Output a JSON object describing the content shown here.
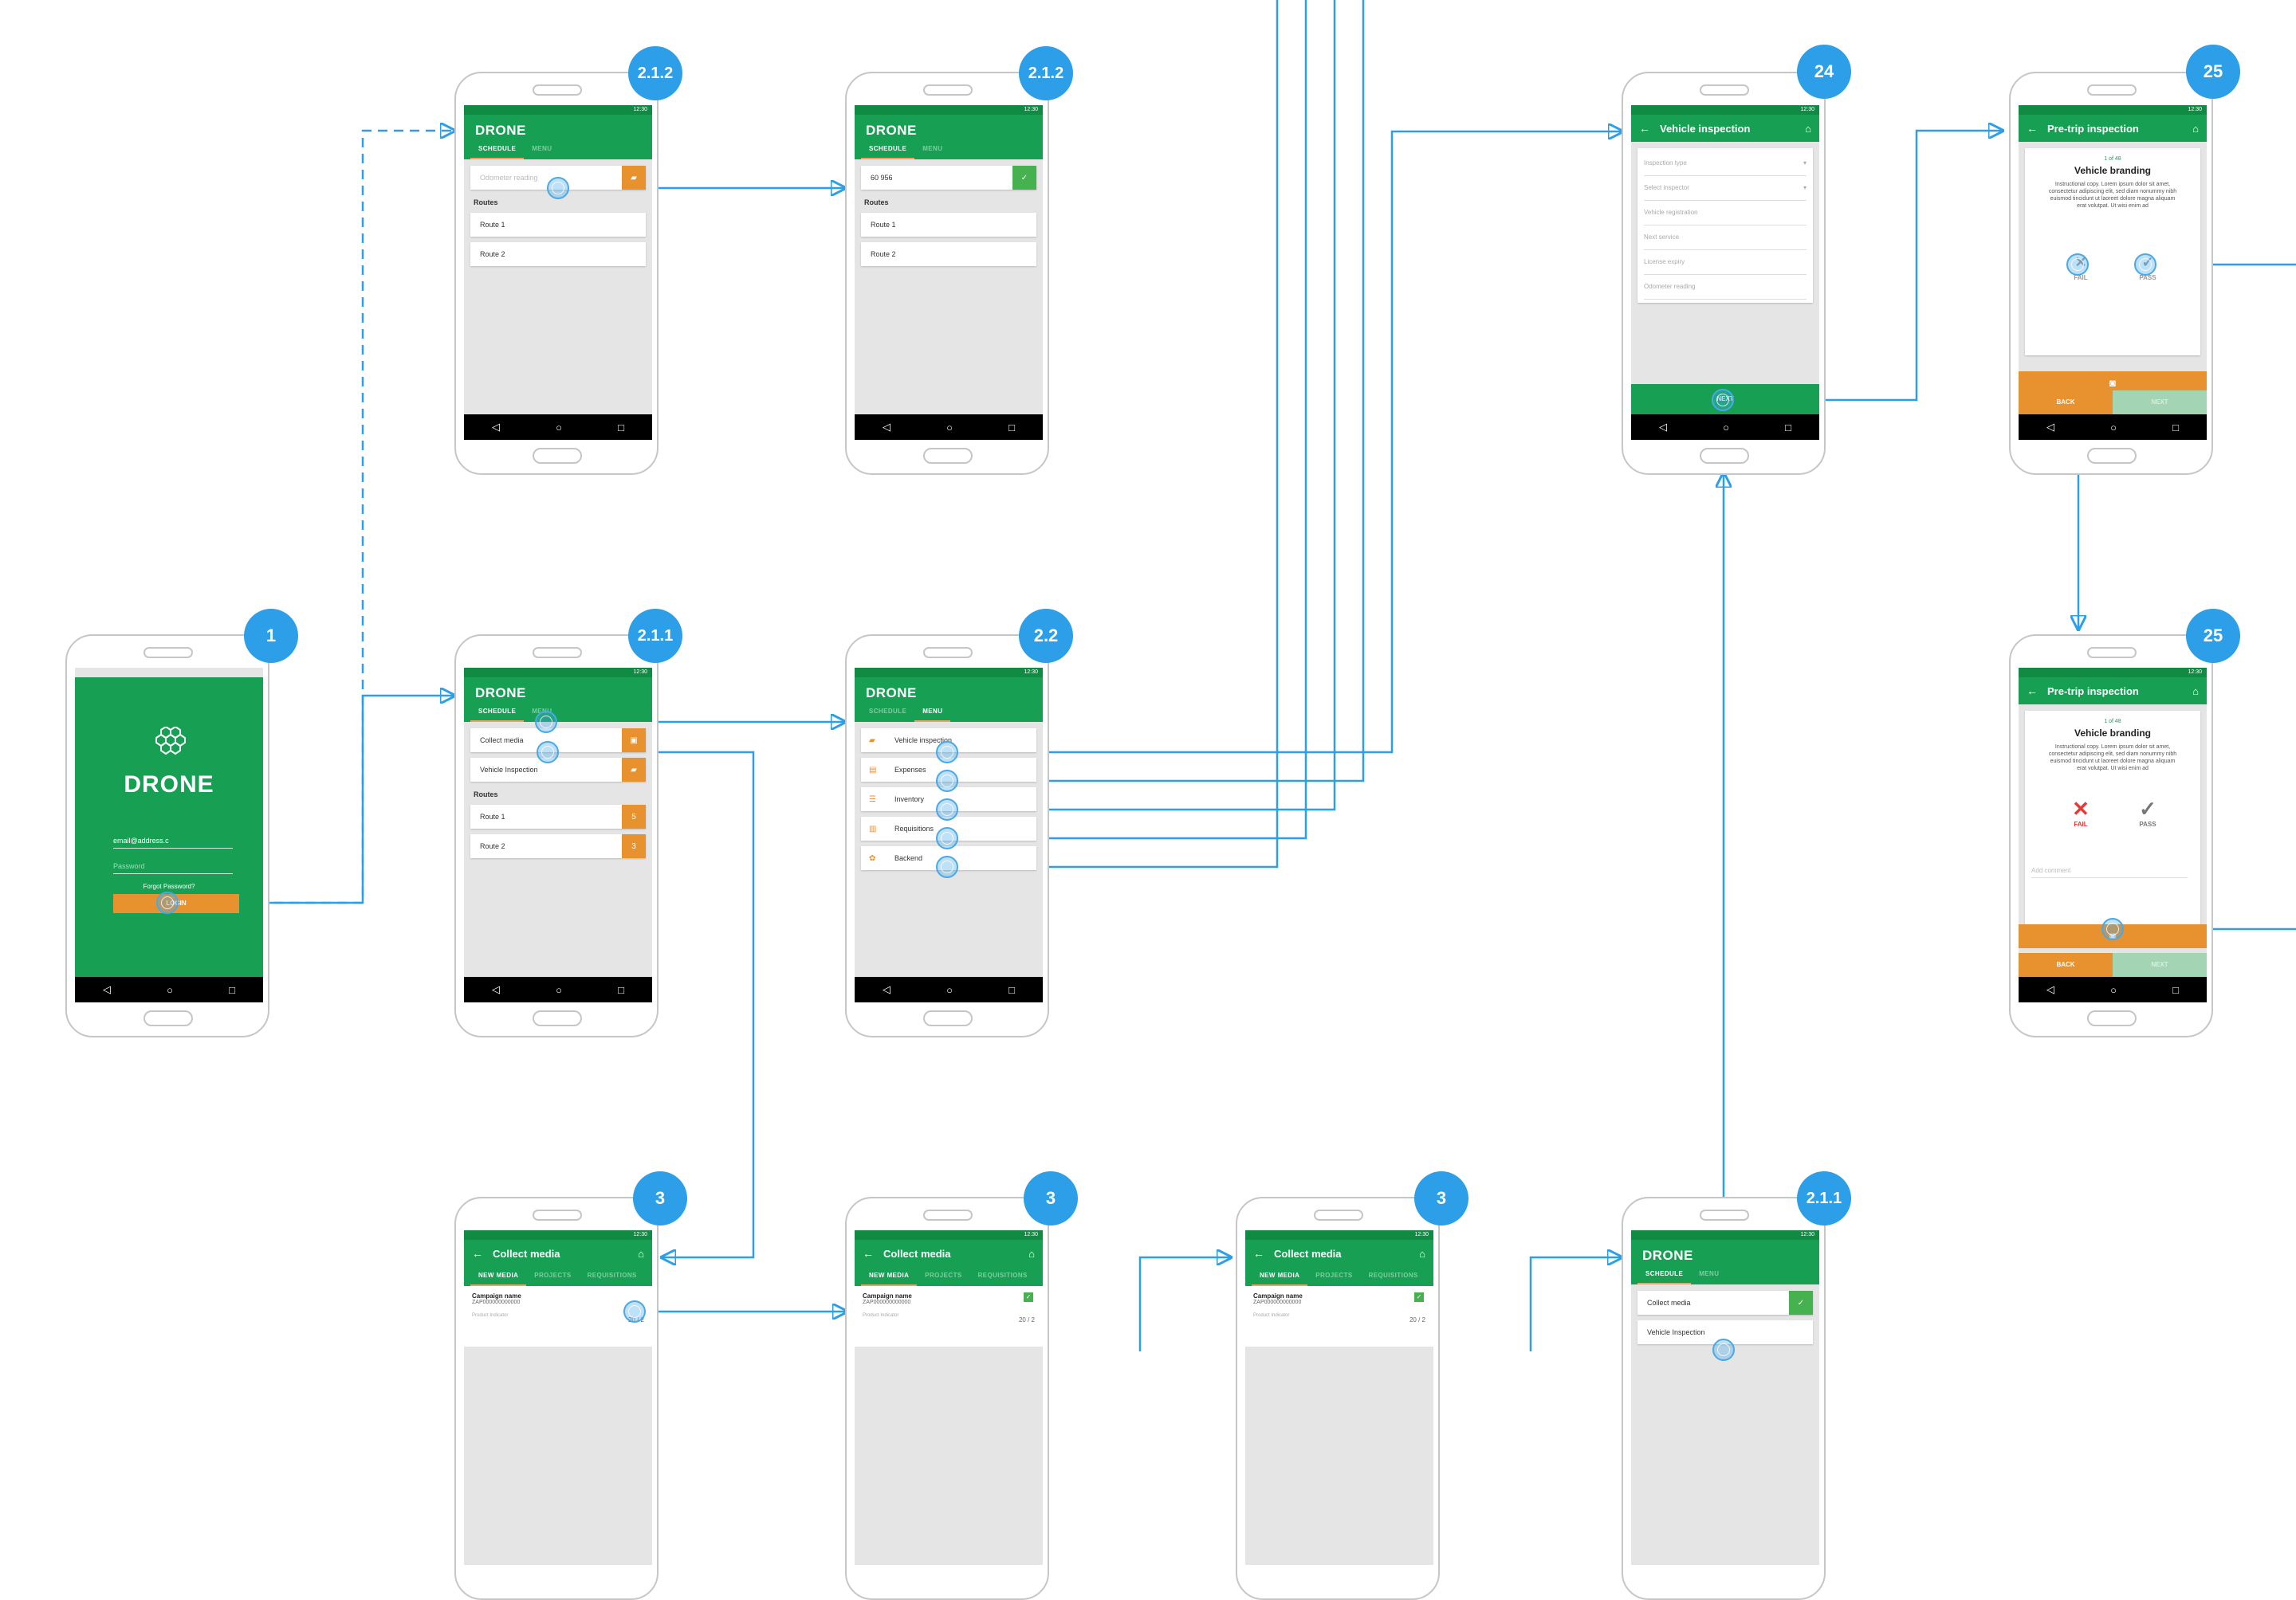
{
  "brand": "DRONE",
  "status_time": "12:30",
  "colors": {
    "green": "#17a054",
    "dark_green": "#118a44",
    "orange": "#e8912f",
    "flow_blue": "#2d9ee8"
  },
  "nav_icons": [
    "back-triangle-icon",
    "home-circle-icon",
    "recents-square-icon"
  ],
  "labels": {
    "schedule": "SCHEDULE",
    "menu": "MENU",
    "new_media": "NEW MEDIA",
    "projects": "PROJECTS",
    "requisitions": "REQUISITIONS",
    "routes": "Routes",
    "route1": "Route 1",
    "route2": "Route 2",
    "collect_media": "Collect media",
    "vehicle_inspection_row": "Vehicle Inspection",
    "back": "BACK",
    "next": "NEXT",
    "fail": "FAIL",
    "pass": "PASS"
  },
  "screens": {
    "s1": {
      "badge": "1",
      "email": "email@address.c",
      "password": "Password",
      "forgot": "Forgot Password?",
      "login": "LOGIN"
    },
    "s212a": {
      "badge": "2.1.2",
      "odometer_placeholder": "Odometer reading"
    },
    "s212b": {
      "badge": "2.1.2",
      "odometer_value": "60 956"
    },
    "s211": {
      "badge": "2.1.1",
      "route1_count": "5",
      "route2_count": "3"
    },
    "s22": {
      "badge": "2.2",
      "menu_items": [
        "Vehicle inspection",
        "Expenses",
        "Inventory",
        "Requisitions",
        "Backend"
      ]
    },
    "s24": {
      "badge": "24",
      "title": "Vehicle inspection",
      "fields": [
        "Inspection type",
        "Select inspector",
        "Vehicle registration",
        "Next service",
        "License expiry",
        "Odometer reading"
      ]
    },
    "s25a": {
      "badge": "25",
      "title": "Pre-trip inspection",
      "counter": "1 of 48",
      "card_title": "Vehicle branding",
      "body": "Instructional copy. Lorem ipsum dolor sit amet, consectetur adipiscing elit, sed diam nonummy nibh euismod tincidunt ut laoreet dolore magna aliquam erat volutpat. Ut wisi enim ad"
    },
    "s25b": {
      "badge": "25",
      "title": "Pre-trip inspection",
      "counter": "1 of 48",
      "card_title": "Vehicle branding",
      "body": "Instructional copy. Lorem ipsum dolor sit amet, consectetur adipiscing elit, sed diam nonummy nibh euismod tincidunt ut laoreet dolore magna aliquam erat volutpat. Ut wisi enim ad",
      "comment_placeholder": "Add comment"
    },
    "s3a": {
      "badge": "3",
      "title": "Collect media",
      "campaign_name": "Campaign name",
      "campaign_id": "ZAP000000000000",
      "count": "20 / 2",
      "meta": "Product Indicator"
    },
    "s3b": {
      "badge": "3",
      "title": "Collect media",
      "campaign_name": "Campaign name",
      "campaign_id": "ZAP000000000000",
      "count": "20 / 2",
      "meta": "Product Indicator"
    },
    "s3c": {
      "badge": "3",
      "title": "Collect media",
      "campaign_name": "Campaign name",
      "campaign_id": "ZAP000000000000",
      "count": "20 / 2",
      "meta": "Product Indicator"
    },
    "s211b": {
      "badge": "2.1.1",
      "row1": "Collect media",
      "row2": "Vehicle Inspection"
    }
  }
}
